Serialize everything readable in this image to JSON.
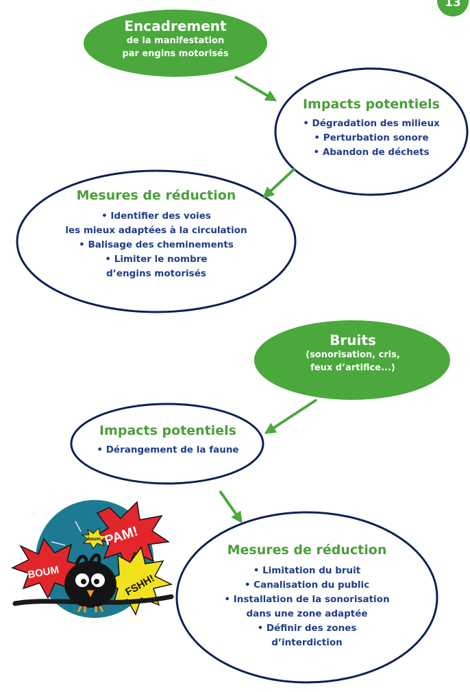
{
  "page_number": "13",
  "colors": {
    "accent_green": "#4aa83c",
    "title_green": "#4a9e3a",
    "navy": "#1f3d8a",
    "outline": "#0e1f56"
  },
  "section1": {
    "source": {
      "title": "Encadrement",
      "subtitle_line1": "de la manifestation",
      "subtitle_line2": "par engins motorisés"
    },
    "impacts": {
      "title": "Impacts potentiels",
      "items": [
        "• Dégradation des milieux",
        "• Perturbation sonore",
        "• Abandon de déchets"
      ]
    },
    "measures": {
      "title": "Mesures de réduction",
      "lines": [
        "• Identifier des voies",
        "les mieux adaptées à la circulation",
        "• Balisage des cheminements",
        "• Limiter le nombre",
        "d’engins motorisés"
      ]
    }
  },
  "section2": {
    "source": {
      "title": "Bruits",
      "subtitle_line1": "(sonorisation, cris,",
      "subtitle_line2": "feux d’artifice...)"
    },
    "impacts": {
      "title": "Impacts potentiels",
      "items": [
        "• Dérangement de la faune"
      ]
    },
    "measures": {
      "title": "Mesures de réduction",
      "lines": [
        "• Limitation du bruit",
        "• Canalisation du public",
        "• Installation de la sonorisation",
        "dans une zone adaptée",
        "• Définir des zones",
        "d’interdiction"
      ]
    }
  },
  "illustration": {
    "words": [
      "PAM!",
      "BOUM",
      "FSHH!",
      "boum"
    ]
  }
}
